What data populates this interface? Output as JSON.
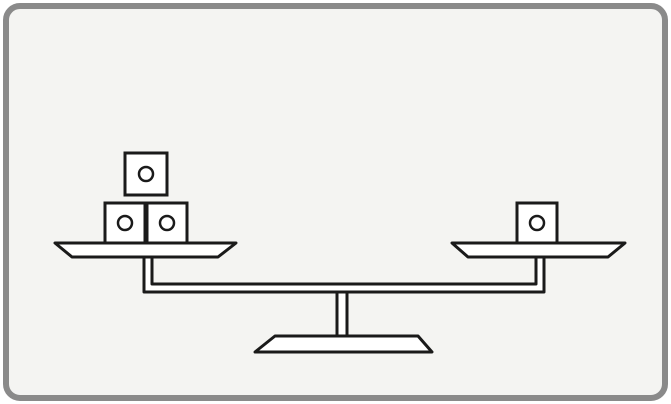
{
  "diagram": {
    "subject": "balance-scale",
    "left_pan": {
      "block_count": 3
    },
    "right_pan": {
      "block_count": 1
    },
    "beam_state": "level",
    "colors": {
      "background": "#f4f4f2",
      "border": "#8a8a8a",
      "stroke": "#1a1a1a",
      "fill": "#ffffff"
    }
  }
}
